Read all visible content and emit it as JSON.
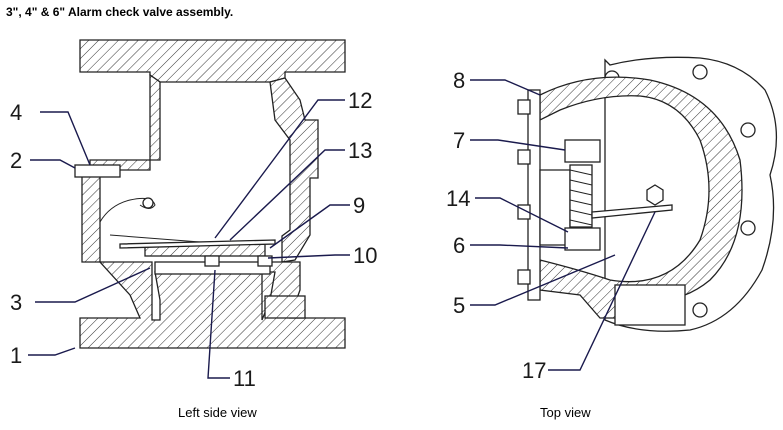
{
  "title": "3\", 4\" & 6\" Alarm check valve assembly.",
  "captions": {
    "left": "Left side view",
    "top": "Top view"
  },
  "labels": {
    "n1": "1",
    "n2": "2",
    "n3": "3",
    "n4": "4",
    "n5": "5",
    "n6": "6",
    "n7": "7",
    "n8": "8",
    "n9": "9",
    "n10": "10",
    "n11": "11",
    "n12": "12",
    "n13": "13",
    "n14": "14",
    "n17": "17"
  }
}
